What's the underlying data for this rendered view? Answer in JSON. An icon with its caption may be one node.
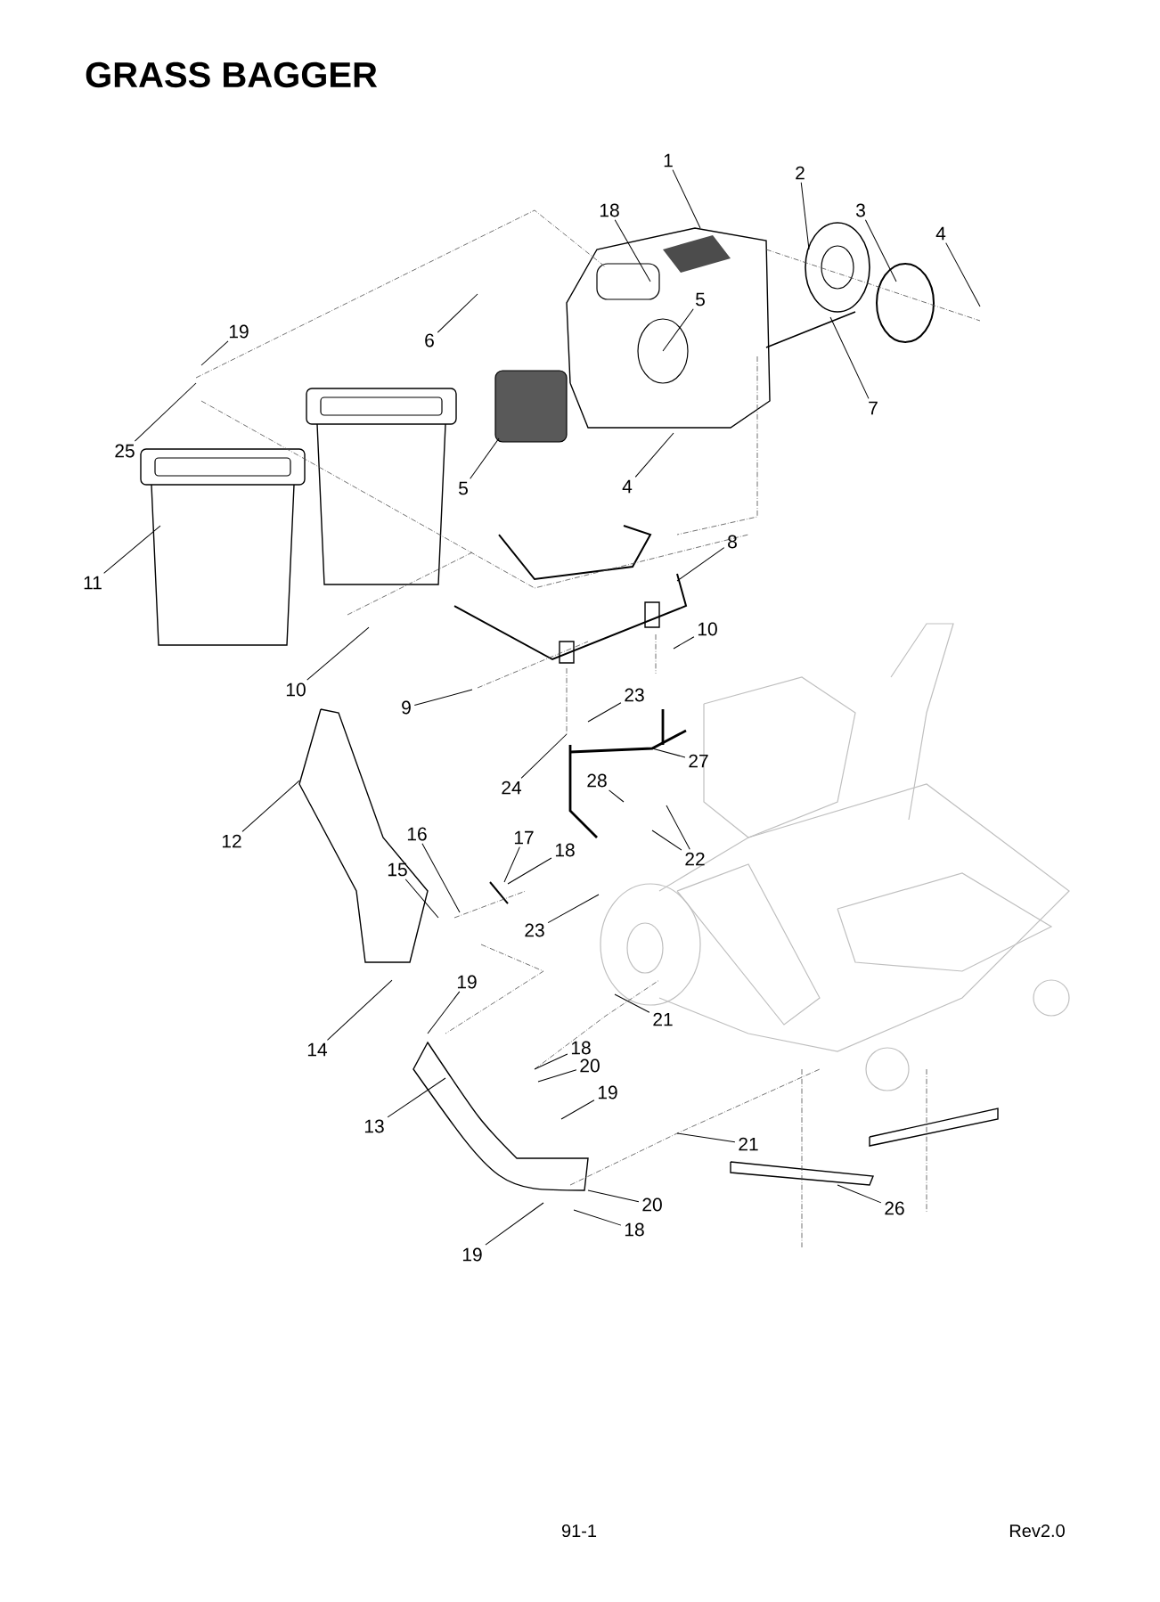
{
  "diagram": {
    "title": "GRASS BAGGER",
    "nodes": [
      {
        "text": [
          "1"
        ]
      },
      {
        "text": [
          "2"
        ]
      },
      {
        "text": [
          "18"
        ]
      },
      {
        "text": [
          "3"
        ]
      },
      {
        "text": [
          "4"
        ]
      },
      {
        "text": [
          "5"
        ]
      },
      {
        "text": [
          "19"
        ]
      },
      {
        "text": [
          "6"
        ]
      },
      {
        "text": [
          "7"
        ]
      },
      {
        "text": [
          "25"
        ]
      },
      {
        "text": [
          "4"
        ]
      },
      {
        "text": [
          "5"
        ]
      },
      {
        "text": [
          "8"
        ]
      },
      {
        "text": [
          "11"
        ]
      },
      {
        "text": [
          "10"
        ]
      },
      {
        "text": [
          "10"
        ]
      },
      {
        "text": [
          "23"
        ]
      },
      {
        "text": [
          "9"
        ]
      },
      {
        "text": [
          "27"
        ]
      },
      {
        "text": [
          "28"
        ]
      },
      {
        "text": [
          "24"
        ]
      },
      {
        "text": [
          "16"
        ]
      },
      {
        "text": [
          "12"
        ]
      },
      {
        "text": [
          "17"
        ]
      },
      {
        "text": [
          "18"
        ]
      },
      {
        "text": [
          "22"
        ]
      },
      {
        "text": [
          "15"
        ]
      },
      {
        "text": [
          "23"
        ]
      },
      {
        "text": [
          "19"
        ]
      },
      {
        "text": [
          "21"
        ]
      },
      {
        "text": [
          "14"
        ]
      },
      {
        "text": [
          "18"
        ]
      },
      {
        "text": [
          "20"
        ]
      },
      {
        "text": [
          "19"
        ]
      },
      {
        "text": [
          "13"
        ]
      },
      {
        "text": [
          "21"
        ]
      },
      {
        "text": [
          "20"
        ]
      },
      {
        "text": [
          "26"
        ]
      },
      {
        "text": [
          "18"
        ]
      },
      {
        "text": [
          "19"
        ]
      }
    ],
    "edges": [
      {
        "from": 0,
        "to": null,
        "arrow": "none"
      },
      {
        "from": 1,
        "to": null,
        "arrow": "none"
      },
      {
        "from": 2,
        "to": null,
        "arrow": "none"
      },
      {
        "from": 3,
        "to": null,
        "arrow": "none"
      },
      {
        "from": 4,
        "to": null,
        "arrow": "none"
      },
      {
        "from": 5,
        "to": null,
        "arrow": "none"
      },
      {
        "from": 6,
        "to": null,
        "arrow": "none"
      },
      {
        "from": 7,
        "to": null,
        "arrow": "none"
      },
      {
        "from": 8,
        "to": null,
        "arrow": "none"
      },
      {
        "from": 9,
        "to": null,
        "arrow": "none"
      },
      {
        "from": 10,
        "to": null,
        "arrow": "none"
      },
      {
        "from": 11,
        "to": null,
        "arrow": "none"
      },
      {
        "from": 12,
        "to": null,
        "arrow": "none"
      },
      {
        "from": 13,
        "to": null,
        "arrow": "none"
      },
      {
        "from": 14,
        "to": null,
        "arrow": "none"
      },
      {
        "from": 15,
        "to": null,
        "arrow": "none"
      },
      {
        "from": 16,
        "to": null,
        "arrow": "none"
      },
      {
        "from": 17,
        "to": null,
        "arrow": "none"
      },
      {
        "from": 18,
        "to": null,
        "arrow": "none"
      },
      {
        "from": 19,
        "to": null,
        "arrow": "none"
      },
      {
        "from": 20,
        "to": null,
        "arrow": "none"
      },
      {
        "from": 21,
        "to": null,
        "arrow": "none"
      },
      {
        "from": 22,
        "to": null,
        "arrow": "none"
      },
      {
        "from": 23,
        "to": null,
        "arrow": "none"
      },
      {
        "from": 24,
        "to": null,
        "arrow": "none"
      },
      {
        "from": 25,
        "to": null,
        "arrow": "none"
      },
      {
        "from": 25,
        "to": null,
        "arrow": "none"
      },
      {
        "from": 26,
        "to": null,
        "arrow": "none"
      },
      {
        "from": 27,
        "to": null,
        "arrow": "none"
      },
      {
        "from": 28,
        "to": null,
        "arrow": "none"
      },
      {
        "from": 29,
        "to": null,
        "arrow": "none"
      },
      {
        "from": 30,
        "to": null,
        "arrow": "none"
      },
      {
        "from": 31,
        "to": null,
        "arrow": "none"
      },
      {
        "from": 32,
        "to": null,
        "arrow": "none"
      },
      {
        "from": 33,
        "to": null,
        "arrow": "none"
      },
      {
        "from": 34,
        "to": null,
        "arrow": "none"
      },
      {
        "from": 35,
        "to": null,
        "arrow": "none"
      },
      {
        "from": 36,
        "to": null,
        "arrow": "none"
      },
      {
        "from": 37,
        "to": null,
        "arrow": "none"
      },
      {
        "from": 38,
        "to": null,
        "arrow": "none"
      },
      {
        "from": 39,
        "to": null,
        "arrow": "none"
      }
    ],
    "labels": [
      "91-1",
      "Rev2.0"
    ]
  }
}
